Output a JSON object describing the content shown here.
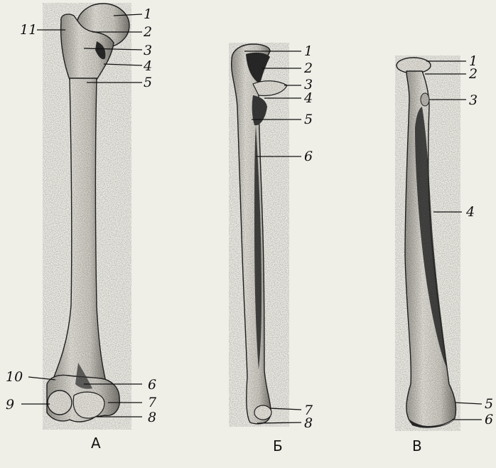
{
  "panels": [
    {
      "id": "A",
      "caption": "А",
      "labels": [
        {
          "key": "a1",
          "text": "1"
        },
        {
          "key": "a2",
          "text": "2"
        },
        {
          "key": "a3",
          "text": "3"
        },
        {
          "key": "a4",
          "text": "4"
        },
        {
          "key": "a5",
          "text": "5"
        },
        {
          "key": "a6",
          "text": "6"
        },
        {
          "key": "a7",
          "text": "7"
        },
        {
          "key": "a8",
          "text": "8"
        },
        {
          "key": "a9",
          "text": "9"
        },
        {
          "key": "a10",
          "text": "10"
        },
        {
          "key": "a11",
          "text": "11"
        }
      ]
    },
    {
      "id": "B",
      "caption": "Б",
      "labels": [
        {
          "key": "b1",
          "text": "1"
        },
        {
          "key": "b2",
          "text": "2"
        },
        {
          "key": "b3",
          "text": "3"
        },
        {
          "key": "b4",
          "text": "4"
        },
        {
          "key": "b5",
          "text": "5"
        },
        {
          "key": "b6",
          "text": "6"
        },
        {
          "key": "b7",
          "text": "7"
        },
        {
          "key": "b8",
          "text": "8"
        }
      ]
    },
    {
      "id": "V",
      "caption": "В",
      "labels": [
        {
          "key": "v1",
          "text": "1"
        },
        {
          "key": "v2",
          "text": "2"
        },
        {
          "key": "v3",
          "text": "3"
        },
        {
          "key": "v4",
          "text": "4"
        },
        {
          "key": "v5",
          "text": "5"
        },
        {
          "key": "v6",
          "text": "6"
        }
      ]
    }
  ],
  "colors": {
    "paper": "#efeee7",
    "bone_fill": "#dcdad0",
    "ink": "#111111",
    "shade": "#2a2a2a"
  }
}
